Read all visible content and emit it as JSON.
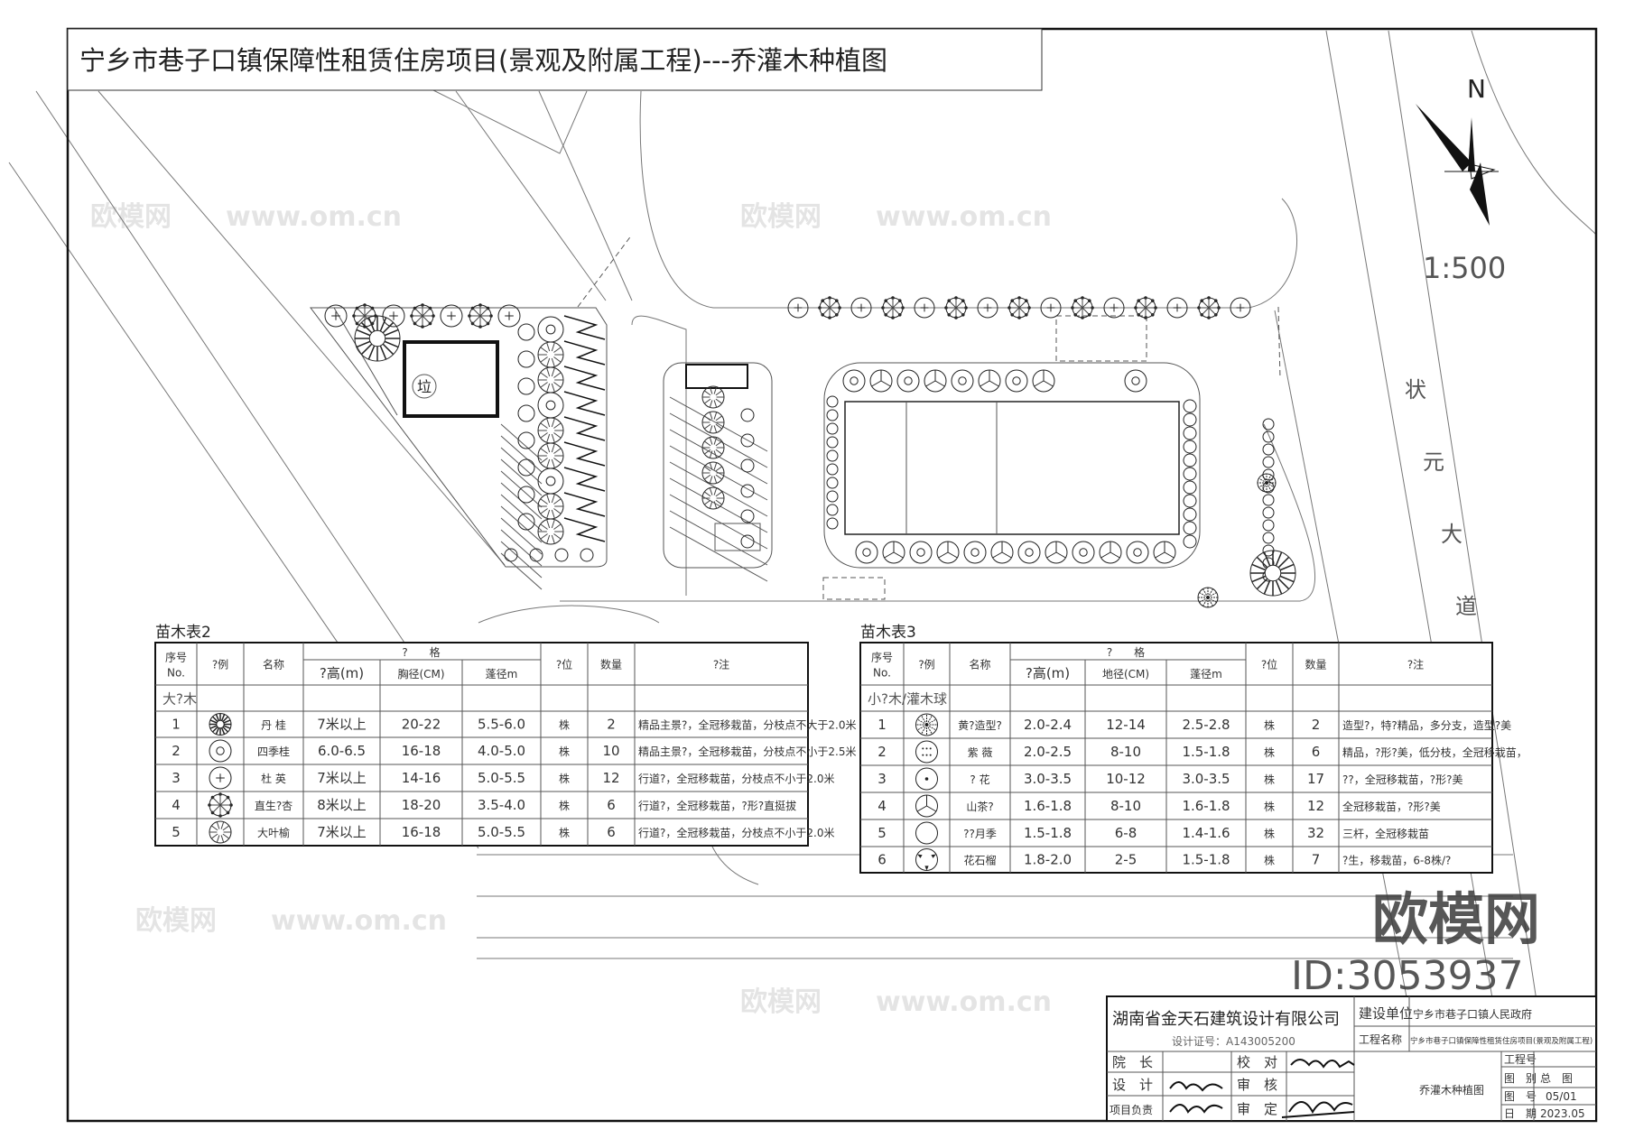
{
  "title": "宁乡市巷子口镇保障性租赁住房项目(景观及附属工程)---乔灌木种植图",
  "north_label": "N",
  "scale": "1:500",
  "garbage_label": "垃",
  "road_name_chars": [
    "状",
    "元",
    "大",
    "道"
  ],
  "watermark": {
    "brand": "欧模网",
    "site": "www.om.cn",
    "id": "ID:3053937"
  },
  "colors": {
    "line": "#555555",
    "border": "#111111",
    "background": "#ffffff"
  },
  "table2": {
    "title": "苗木表2",
    "headers": {
      "no": "序号",
      "no_en": "No.",
      "legend": "?例",
      "name": "名称",
      "spec": "?　　格",
      "height": "?高(m)",
      "dia": "胸径(CM)",
      "crown": "蓬径m",
      "unit": "?位",
      "qty": "数量",
      "note": "?注"
    },
    "category": "大?木",
    "rows": [
      {
        "no": "1",
        "icon": "dense-tree-icon",
        "name": "丹 桂",
        "height": "7米以上",
        "dia": "20-22",
        "crown": "5.5-6.0",
        "unit": "株",
        "qty": "2",
        "note": "精品主景?，全冠移栽苗，分枝点不大于2.0米"
      },
      {
        "no": "2",
        "icon": "ring-tree-icon",
        "name": "四季桂",
        "height": "6.0-6.5",
        "dia": "16-18",
        "crown": "4.0-5.0",
        "unit": "株",
        "qty": "10",
        "note": "精品主景?，全冠移栽苗，分枝点不小于2.5米"
      },
      {
        "no": "3",
        "icon": "pavilion-tree-icon",
        "name": "杜 英",
        "height": "7米以上",
        "dia": "14-16",
        "crown": "5.0-5.5",
        "unit": "株",
        "qty": "12",
        "note": "行道?，全冠移栽苗，分枝点不小于2.0米"
      },
      {
        "no": "4",
        "icon": "spoke-tree-icon",
        "name": "直生?杏",
        "height": "8米以上",
        "dia": "18-20",
        "crown": "3.5-4.0",
        "unit": "株",
        "qty": "6",
        "note": "行道?，全冠移栽苗，?形?直挺拔"
      },
      {
        "no": "5",
        "icon": "radial-tree-icon",
        "name": "大叶榆",
        "height": "7米以上",
        "dia": "16-18",
        "crown": "5.0-5.5",
        "unit": "株",
        "qty": "6",
        "note": "行道?，全冠移栽苗，分枝点不小于2.0米"
      }
    ]
  },
  "table3": {
    "title": "苗木表3",
    "headers": {
      "no": "序号",
      "no_en": "No.",
      "legend": "?例",
      "name": "名称",
      "spec": "?　　格",
      "height": "?高(m)",
      "dia": "地径(CM)",
      "crown": "蓬径m",
      "unit": "?位",
      "qty": "数量",
      "note": "?注"
    },
    "category": "小?木/灌木球",
    "rows": [
      {
        "no": "1",
        "icon": "snowflake-shrub-icon",
        "name": "黄?造型?",
        "height": "2.0-2.4",
        "dia": "12-14",
        "crown": "2.5-2.8",
        "unit": "株",
        "qty": "2",
        "note": "造型?，特?精品，多分支，造型?美"
      },
      {
        "no": "2",
        "icon": "dotted-shrub-icon",
        "name": "紫 薇",
        "height": "2.0-2.5",
        "dia": "8-10",
        "crown": "1.5-1.8",
        "unit": "株",
        "qty": "6",
        "note": "精品，?形?美，低分枝，全冠移栽苗，"
      },
      {
        "no": "3",
        "icon": "dot-shrub-icon",
        "name": "? 花",
        "height": "3.0-3.5",
        "dia": "10-12",
        "crown": "3.0-3.5",
        "unit": "株",
        "qty": "17",
        "note": "??，全冠移栽苗，?形?美"
      },
      {
        "no": "4",
        "icon": "tri-shrub-icon",
        "name": "山茶?",
        "height": "1.6-1.8",
        "dia": "8-10",
        "crown": "1.6-1.8",
        "unit": "株",
        "qty": "12",
        "note": "全冠移栽苗，?形?美"
      },
      {
        "no": "5",
        "icon": "plain-shrub-icon",
        "name": "??月季",
        "height": "1.5-1.8",
        "dia": "6-8",
        "crown": "1.4-1.6",
        "unit": "株",
        "qty": "32",
        "note": "三杆，全冠移栽苗"
      },
      {
        "no": "6",
        "icon": "arrow-shrub-icon",
        "name": "花石榴",
        "height": "1.8-2.0",
        "dia": "2-5",
        "crown": "1.5-1.8",
        "unit": "株",
        "qty": "7",
        "note": "?生，移栽苗，6-8株/?"
      }
    ]
  },
  "title_block": {
    "company": "湖南省金天石建筑设计有限公司",
    "license": "设计证号：A143005200",
    "labels": {
      "dean": "院　长",
      "proofread": "校　对",
      "design": "设　计",
      "review": "审　核",
      "lead": "项目负责",
      "approve": "审　定",
      "client": "建设单位",
      "project": "工程名称",
      "job_no": "工程号",
      "category": "图　别",
      "sheet_no": "图　号",
      "date": "日　期"
    },
    "client": "宁乡市巷子口镇人民政府",
    "project": "宁乡市巷子口镇保障性租赁住房项目(景观及附属工程)",
    "drawing_name": "乔灌木种植图",
    "category": "总　图",
    "sheet_no": "05/01",
    "date": "2023.05"
  }
}
